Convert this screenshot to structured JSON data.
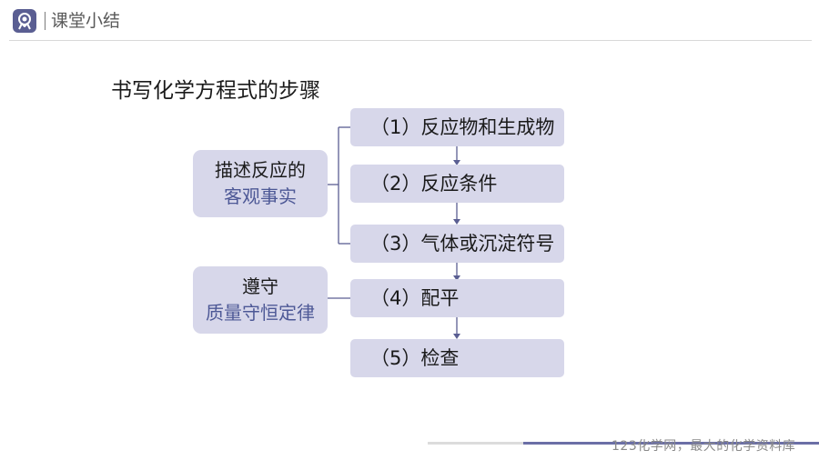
{
  "header": {
    "title": "课堂小结",
    "logo_icon": "graduate-icon"
  },
  "main_title": "书写化学方程式的步骤",
  "groups": [
    {
      "line1": "描述反应的",
      "line2": "客观事实"
    },
    {
      "line1": "遵守",
      "line2": "质量守恒定律"
    }
  ],
  "steps": [
    "（1）反应物和生成物",
    "（2）反应条件",
    "（3）气体或沉淀符号",
    "（4）配平",
    "（5）检查"
  ],
  "watermark": "123化学网，最大的化学资料库",
  "colors": {
    "box_fill": "#d7d7ea",
    "accent": "#4d5896",
    "connector": "#5a5e92"
  }
}
